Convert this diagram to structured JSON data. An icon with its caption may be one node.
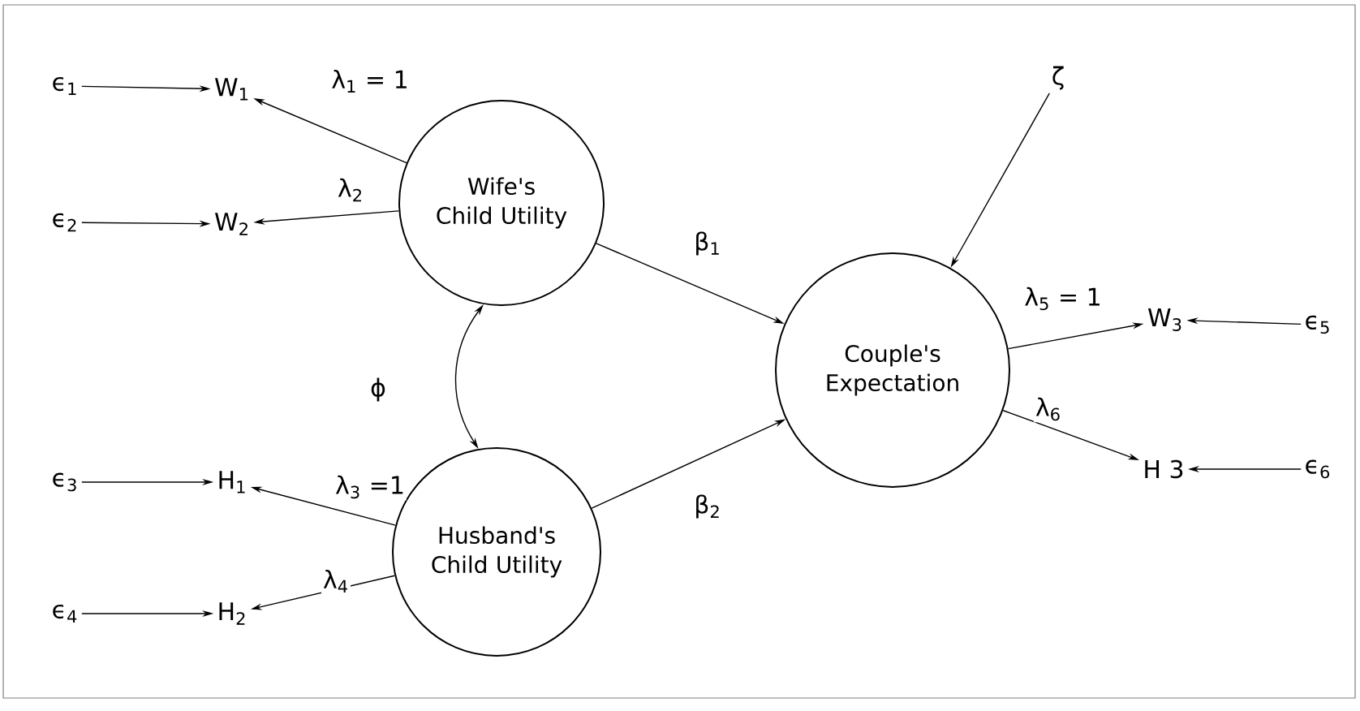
{
  "diagram": {
    "nodes": [
      {
        "text": [
          "Wife's Child Utility"
        ]
      },
      {
        "text": [
          "Husband's Child Utility"
        ]
      },
      {
        "text": [
          "Couple's Expectation"
        ]
      },
      {
        "text": [
          "ϵ$_{1}$"
        ]
      },
      {
        "text": [
          "W$_{1}$"
        ]
      },
      {
        "text": [
          "ϵ$_{2}$"
        ]
      },
      {
        "text": [
          "W$_{2}$"
        ]
      },
      {
        "text": [
          "ϵ$_{3}$"
        ]
      },
      {
        "text": [
          "H$_{1}$"
        ]
      },
      {
        "text": [
          "ϵ$_{4}$"
        ]
      },
      {
        "text": [
          "H$_{2}$"
        ]
      },
      {
        "text": [
          "ζ"
        ]
      },
      {
        "text": [
          "W$_{3}$"
        ]
      },
      {
        "text": [
          "ϵ$_{5}$"
        ]
      },
      {
        "text": [
          "H 3"
        ]
      },
      {
        "text": [
          "ϵ$_{6}$"
        ]
      }
    ],
    "edges": [
      {
        "from": 3,
        "to": 4,
        "arrow": "to"
      },
      {
        "from": 0,
        "to": 4,
        "arrow": "to",
        "label": "λ$_{1}$ = 1"
      },
      {
        "from": 5,
        "to": 6,
        "arrow": "to"
      },
      {
        "from": 0,
        "to": 6,
        "arrow": "to",
        "label": "λ$_{2}$"
      },
      {
        "from": 7,
        "to": 8,
        "arrow": "to"
      },
      {
        "from": 1,
        "to": 8,
        "arrow": "to",
        "label": "λ$_{3}$ =1"
      },
      {
        "from": 9,
        "to": 10,
        "arrow": "to"
      },
      {
        "from": 1,
        "to": 10,
        "arrow": "to",
        "label": "λ$_{4}$"
      },
      {
        "from": 0,
        "to": 1,
        "arrow": "both",
        "label": "ϕ"
      },
      {
        "from": 0,
        "to": 2,
        "arrow": "to",
        "label": "β$_{1}$"
      },
      {
        "from": 1,
        "to": 2,
        "arrow": "to",
        "label": "β$_{2}$"
      },
      {
        "from": 11,
        "to": 2,
        "arrow": "to"
      },
      {
        "from": 2,
        "to": 12,
        "arrow": "to",
        "label": "λ$_{5}$ = 1"
      },
      {
        "from": 13,
        "to": 12,
        "arrow": "to"
      },
      {
        "from": 2,
        "to": 14,
        "arrow": "to",
        "label": "λ$_{6}$"
      },
      {
        "from": 15,
        "to": 14,
        "arrow": "to"
      }
    ]
  }
}
